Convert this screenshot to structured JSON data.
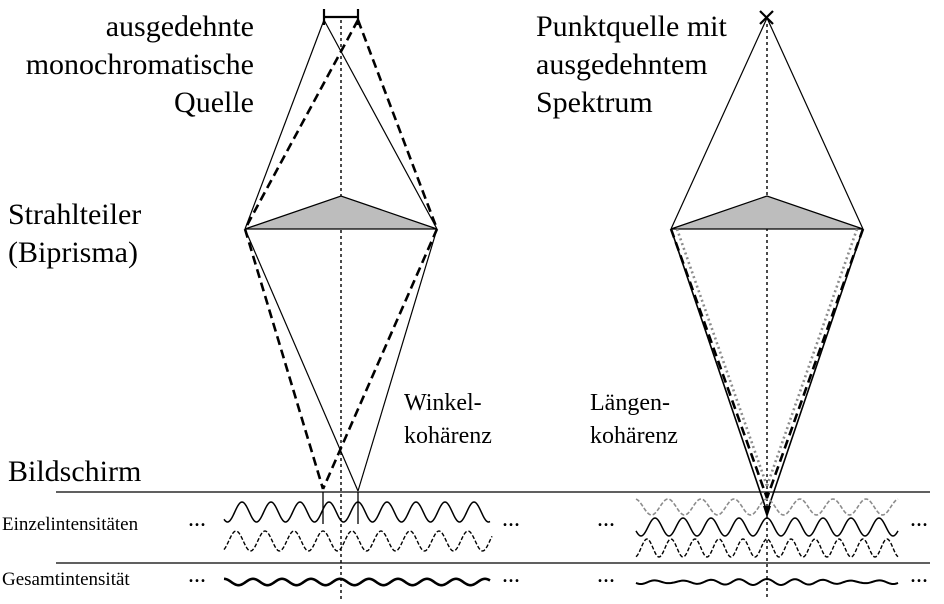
{
  "left_title": [
    "ausgedehnte",
    "monochromatische",
    "Quelle"
  ],
  "right_title": [
    "Punktquelle mit",
    "ausgedehntem",
    "Spektrum"
  ],
  "splitter": [
    "Strahlteiler",
    "(Biprisma)"
  ],
  "angle_coherence": [
    "Winkel-",
    "kohärenz"
  ],
  "length_coherence": [
    "Längen-",
    "kohärenz"
  ],
  "screen_label": "Bildschirm",
  "row_single": "Einzelintensitäten",
  "row_total": "Gesamtintensität",
  "ellipsis": "...",
  "colors": {
    "line": "#000000",
    "prism_fill": "#bdbdbd",
    "gray_wave": "#8c8c8c"
  }
}
